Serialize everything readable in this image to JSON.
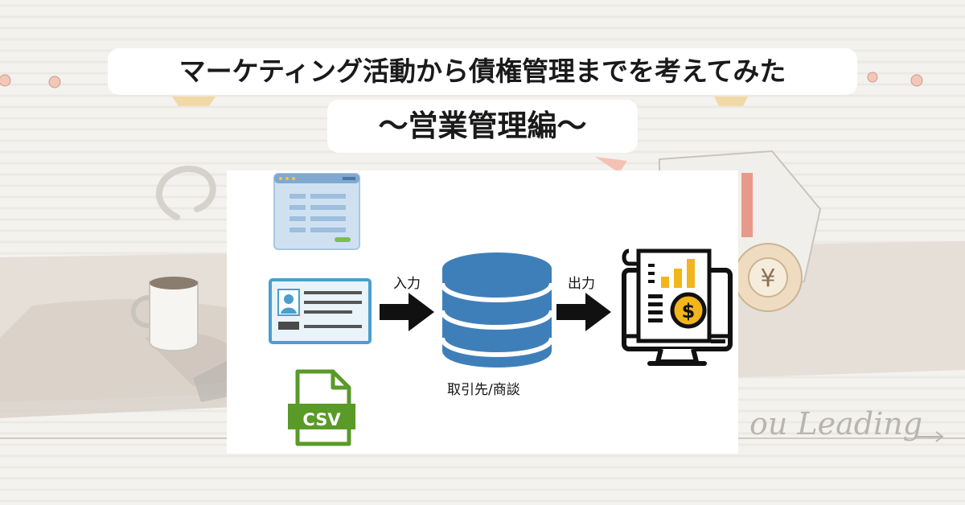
{
  "header": {
    "title": "マーケティング活動から債権管理までを考えてみた",
    "subtitle": "〜営業管理編〜"
  },
  "diagram": {
    "input_label": "入力",
    "output_label": "出力",
    "database_label": "取引先/商談",
    "csv_label": "CSV",
    "currency_symbol": "$",
    "yen_symbol": "¥"
  },
  "background": {
    "handwriting": "ou Leading"
  },
  "colors": {
    "database_blue": "#3f7fb9",
    "form_blue": "#a9c7e3",
    "card_blue": "#4a9fcc",
    "csv_green": "#5a9a28",
    "chart_yellow": "#f2b51b",
    "arrow_black": "#111111"
  }
}
